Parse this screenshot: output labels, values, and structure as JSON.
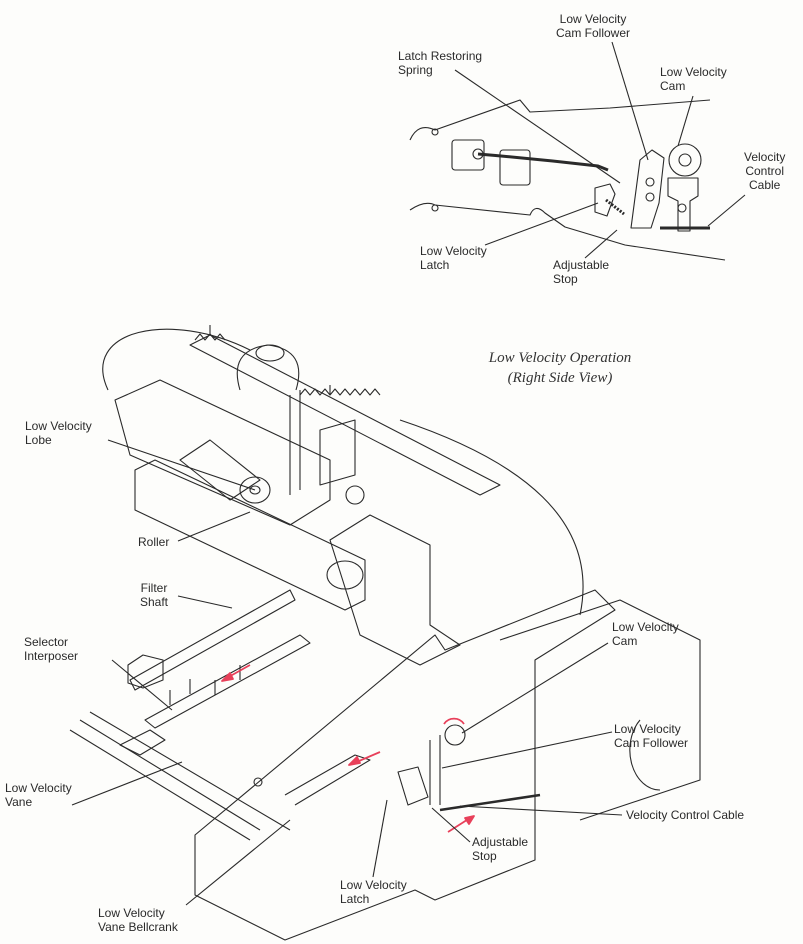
{
  "caption": {
    "line1": "Low Velocity Operation",
    "line2": "(Right Side View)"
  },
  "top_view": {
    "labels": {
      "cam_follower": [
        "Low Velocity",
        "Cam Follower"
      ],
      "latch_restoring_spring": [
        "Latch Restoring",
        "Spring"
      ],
      "cam": [
        "Low Velocity",
        "Cam"
      ],
      "velocity_control_cable": [
        "Velocity",
        "Control",
        "Cable"
      ],
      "latch": [
        "Low Velocity",
        "Latch"
      ],
      "adjustable_stop": [
        "Adjustable",
        "Stop"
      ]
    }
  },
  "main_view": {
    "labels": {
      "lobe": [
        "Low Velocity",
        "Lobe"
      ],
      "roller": [
        "Roller"
      ],
      "filter_shaft": [
        "Filter",
        "Shaft"
      ],
      "selector_interposer": [
        "Selector",
        "Interposer"
      ],
      "vane": [
        "Low Velocity",
        "Vane"
      ],
      "cam": [
        "Low Velocity",
        "Cam"
      ],
      "cam_follower": [
        "Low Velocity",
        "Cam Follower"
      ],
      "velocity_control_cable": [
        "Velocity Control Cable"
      ],
      "adjustable_stop": [
        "Adjustable",
        "Stop"
      ],
      "latch": [
        "Low Velocity",
        "Latch"
      ],
      "vane_bellcrank": [
        "Low Velocity",
        "Vane Bellcrank"
      ]
    }
  },
  "colors": {
    "ink": "#2a2a2a",
    "motion_arrow": "#e8405a"
  }
}
